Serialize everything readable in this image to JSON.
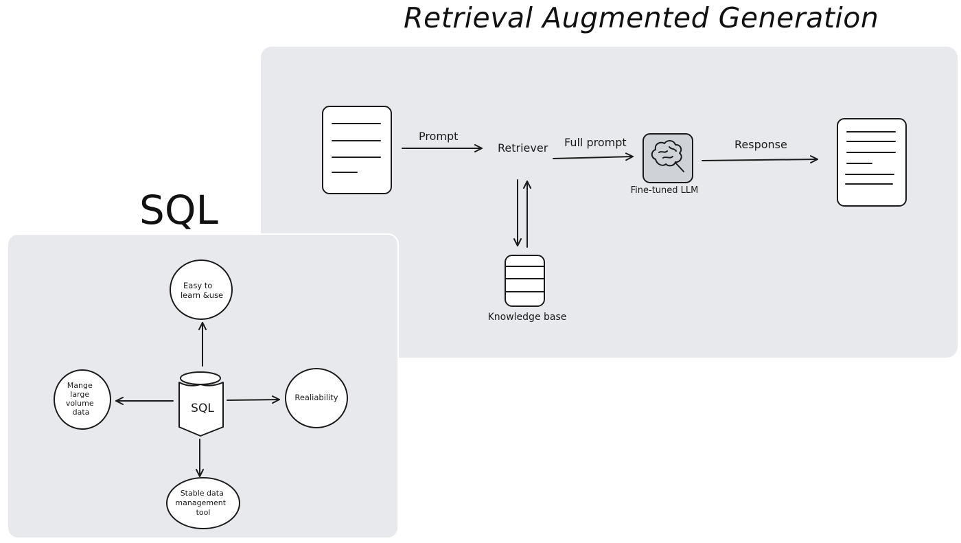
{
  "rag": {
    "title": "Retrieval Augmented Generation",
    "prompt_label": "Prompt",
    "retriever_label": "Retriever",
    "full_prompt_label": "Full prompt",
    "llm_label": "Fine-tuned LLM",
    "response_label": "Response",
    "knowledge_base_label": "Knowledge base"
  },
  "sql": {
    "title": "SQL",
    "center_label": "SQL",
    "top_node": [
      "Easy to",
      "learn &use"
    ],
    "left_node": [
      "Mange",
      "large",
      "volume",
      "data"
    ],
    "right_node": [
      "Realiability"
    ],
    "bottom_node": [
      "Stable data",
      "management",
      "tool"
    ]
  },
  "colors": {
    "panel_background": "#e7e9ec",
    "stroke": "#1a1a1a",
    "llm_box": "#cfd3d8"
  },
  "icons": {
    "llm": "brain-icon",
    "knowledge_base": "database-icon",
    "input": "document-icon",
    "output": "document-icon"
  }
}
